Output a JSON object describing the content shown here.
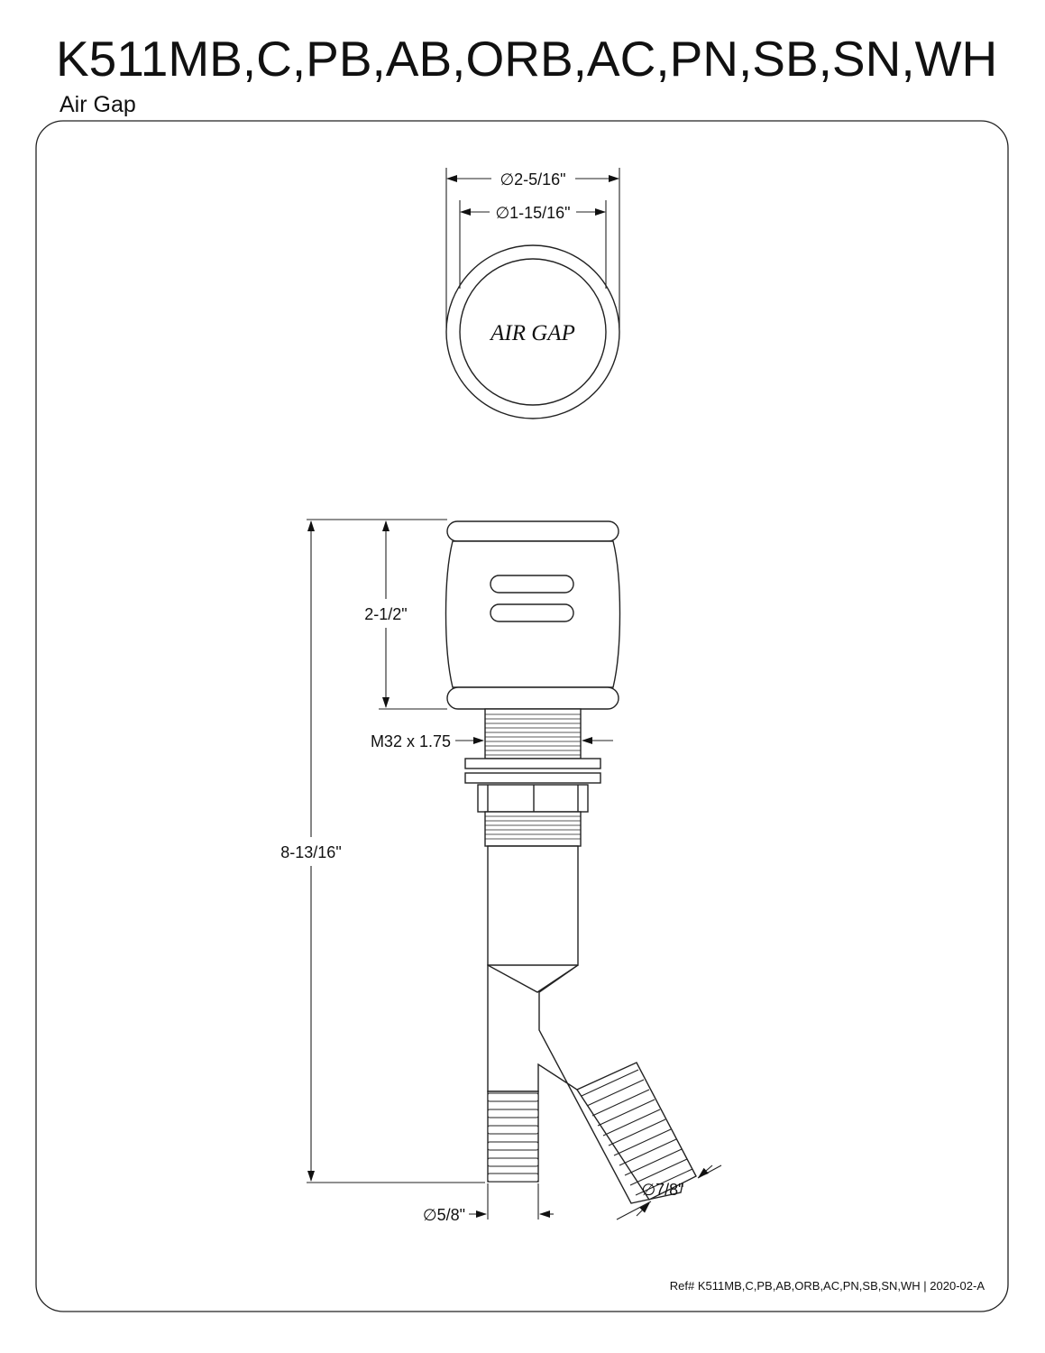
{
  "header": {
    "title": "K511MB,C,PB,AB,ORB,AC,PN,SB,SN,WH",
    "subtitle": "Air Gap"
  },
  "top_view": {
    "cap_label": "AIR GAP",
    "outer_diameter": "∅2-5/16\"",
    "inner_diameter": "∅1-15/16\""
  },
  "side_view": {
    "cap_height": "2-1/2\"",
    "thread_spec": "M32 x 1.75",
    "overall_height": "8-13/16\"",
    "small_outlet_diameter": "∅5/8\"",
    "large_outlet_diameter": "∅7/8\""
  },
  "footer": {
    "reference": "Ref# K511MB,C,PB,AB,ORB,AC,PN,SB,SN,WH | 2020-02-A"
  }
}
